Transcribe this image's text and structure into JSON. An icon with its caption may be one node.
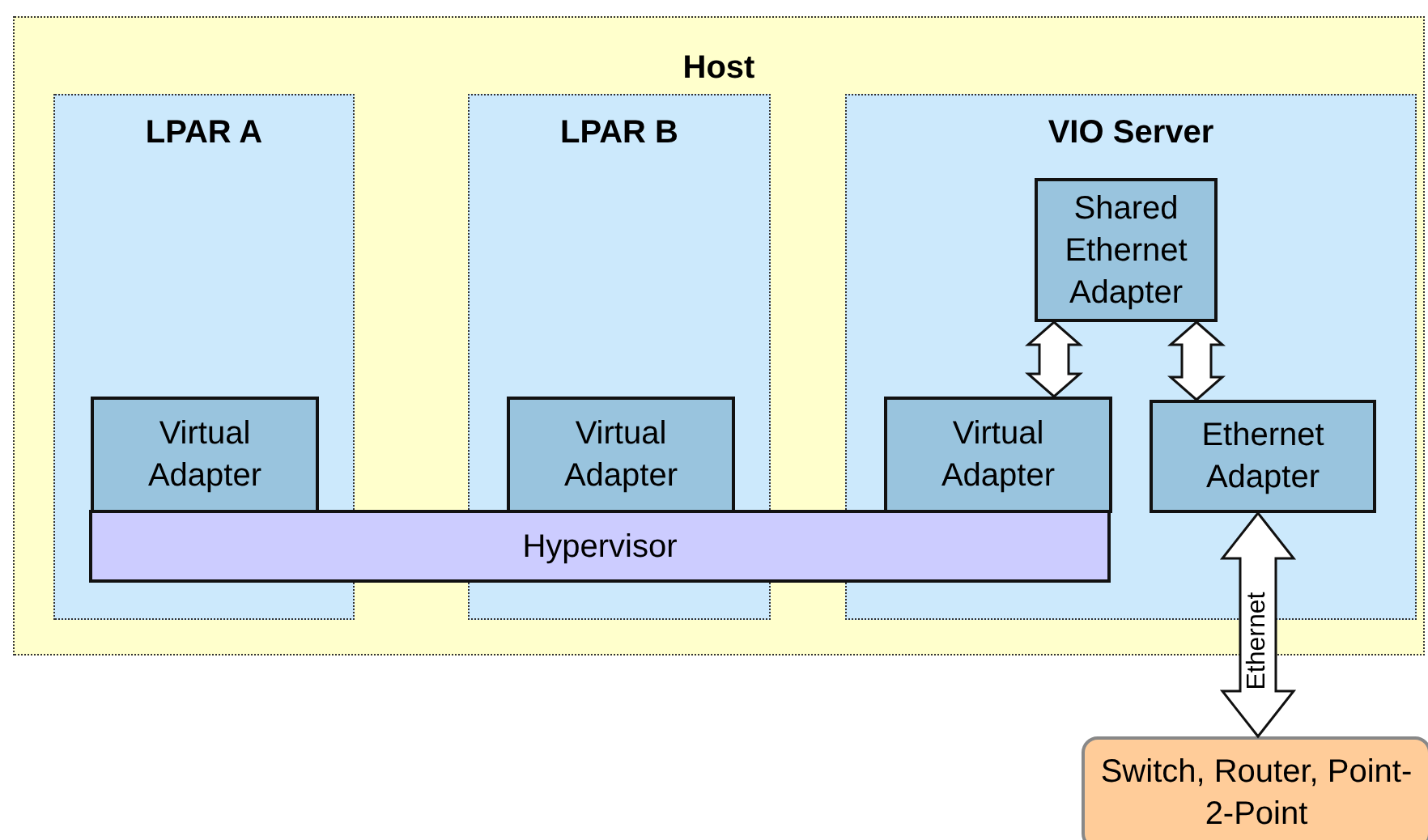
{
  "diagram": {
    "nodes": [
      {
        "text": [
          "Host"
        ]
      },
      {
        "text": [
          "LPAR A"
        ],
        "in": 0
      },
      {
        "text": [
          "LPAR B"
        ],
        "in": 0
      },
      {
        "text": [
          "VIO Server"
        ],
        "in": 0
      },
      {
        "text": [
          "Shared Ethernet Adapter"
        ],
        "in": 3
      },
      {
        "text": [
          "Virtual Adapter"
        ],
        "in": 1
      },
      {
        "text": [
          "Virtual Adapter"
        ],
        "in": 2
      },
      {
        "text": [
          "Virtual Adapter"
        ],
        "in": 3
      },
      {
        "text": [
          "Ethernet Adapter"
        ],
        "in": 3
      },
      {
        "text": [
          "Hypervisor"
        ],
        "in": 0
      },
      {
        "text": [
          "Switch, Router, Point-2-Point"
        ]
      }
    ],
    "edges": [
      {
        "from": 4,
        "to": 7,
        "arrow": "both"
      },
      {
        "from": 4,
        "to": 8,
        "arrow": "both"
      },
      {
        "from": 8,
        "to": 10,
        "arrow": "both",
        "label": "Ethernet"
      }
    ]
  }
}
